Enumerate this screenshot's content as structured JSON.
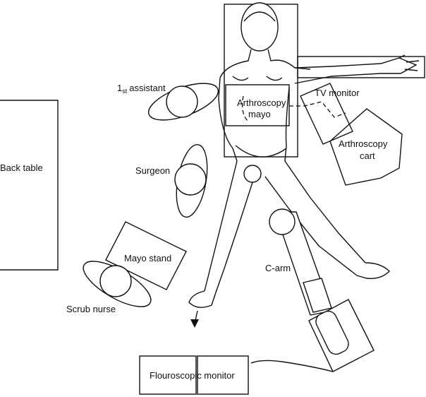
{
  "labels": {
    "back_table": "Back table",
    "first_assistant_num": "1",
    "first_assistant_sup": "st",
    "first_assistant_word": "assistant",
    "surgeon": "Surgeon",
    "arthroscopy_mayo_line1": "Arthroscopy",
    "arthroscopy_mayo_line2": "mayo",
    "tv_monitor": "TV monitor",
    "arthroscopy_cart_line1": "Arthroscopy",
    "arthroscopy_cart_line2": "cart",
    "mayo_stand": "Mayo stand",
    "c_arm": "C-arm",
    "scrub_nurse": "Scrub nurse",
    "flouroscopic_monitor": "Flouroscopic monitor"
  }
}
